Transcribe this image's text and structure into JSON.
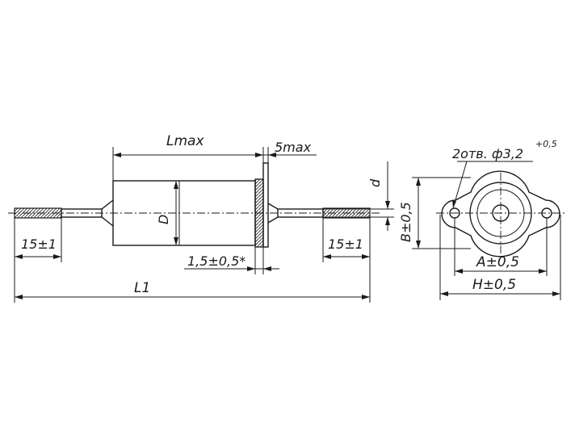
{
  "labels": {
    "l_max": "Lmax",
    "s_max": "5max",
    "d_small": "d",
    "d_large": "D",
    "lead_left": "15±1",
    "lead_right": "15±1",
    "flange_thickness": "1,5±0,5*",
    "l_total": "L1",
    "holes": "2отв. ф3,2",
    "holes_tol": "+0,5",
    "b_dim": "B±0,5",
    "a_dim": "A±0,5",
    "h_dim": "H±0,5"
  },
  "colors": {
    "ink": "#1a1a1a",
    "background": "#ffffff"
  }
}
